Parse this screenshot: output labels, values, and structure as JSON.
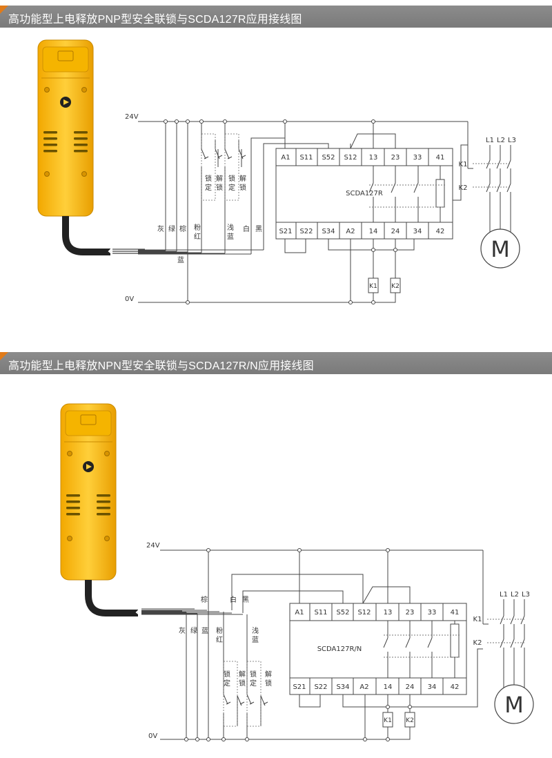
{
  "sections": [
    {
      "title": "高功能型上电释放PNP型安全联锁与SCDA127R应用接线图",
      "device": "SCDA127R",
      "v24": "24V",
      "v0": "0V",
      "wires": {
        "gray": "灰",
        "green": "绿",
        "brown": "棕",
        "pink": "粉红",
        "light_blue": "浅蓝",
        "white": "白",
        "black": "黑",
        "blue": "蓝"
      },
      "switch_labels": {
        "lock": "锁定",
        "unlock": "解锁"
      },
      "top_terminals": [
        "A1",
        "S11",
        "S52",
        "S12",
        "13",
        "23",
        "33",
        "41"
      ],
      "bottom_terminals": [
        "S21",
        "S22",
        "S34",
        "A2",
        "14",
        "24",
        "34",
        "42"
      ],
      "contactors": [
        "K1",
        "K2"
      ],
      "phases": [
        "L1",
        "L2",
        "L3"
      ],
      "motor": "M"
    },
    {
      "title": "高功能型上电释放NPN型安全联锁与SCDA127R/N应用接线图",
      "device": "SCDA127R/N",
      "v24": "24V",
      "v0": "0V",
      "wires": {
        "gray": "灰",
        "green": "绿",
        "blue": "蓝",
        "pink": "粉红",
        "light_blue": "浅蓝",
        "brown": "棕",
        "white": "白",
        "black": "黑"
      },
      "switch_labels": {
        "lock": "锁定",
        "unlock": "解锁"
      },
      "top_terminals": [
        "A1",
        "S11",
        "S52",
        "S12",
        "13",
        "23",
        "33",
        "41"
      ],
      "bottom_terminals": [
        "S21",
        "S22",
        "S34",
        "A2",
        "14",
        "24",
        "34",
        "42"
      ],
      "contactors": [
        "K1",
        "K2"
      ],
      "phases": [
        "L1",
        "L2",
        "L3"
      ],
      "motor": "M"
    }
  ]
}
